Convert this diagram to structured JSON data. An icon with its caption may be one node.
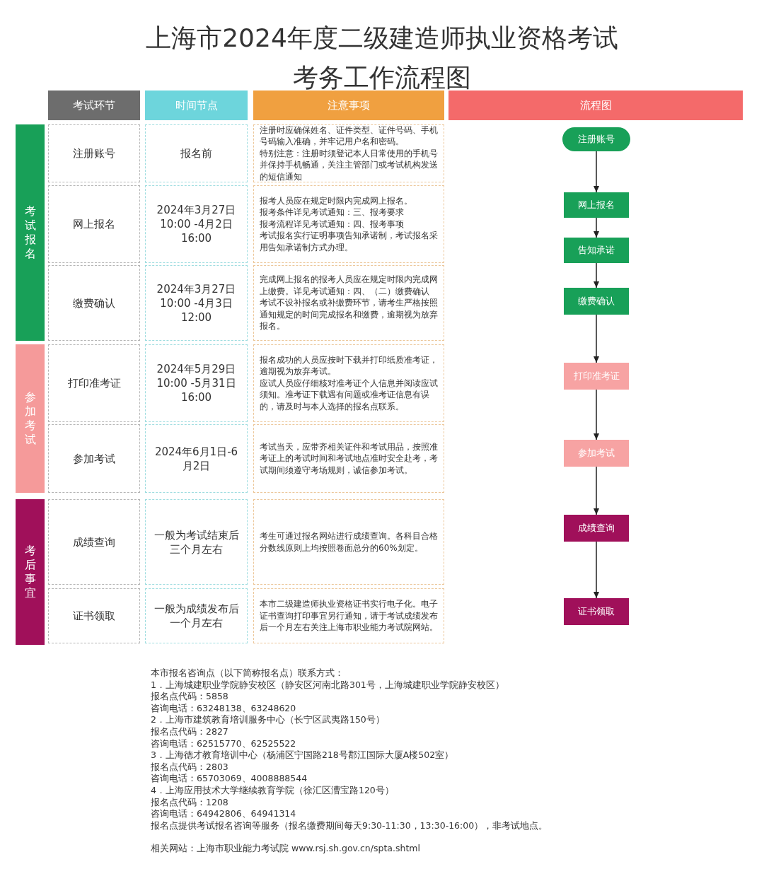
{
  "diagram": {
    "title": "上海市2024年度二级建造师执业资格考试考务工作流程图",
    "nodes": [
      {
        "text": [
          "注册账号"
        ]
      },
      {
        "text": [
          "网上报名"
        ]
      },
      {
        "text": [
          "告知承诺"
        ]
      },
      {
        "text": [
          "缴费确认"
        ]
      },
      {
        "text": [
          "打印准考证"
        ]
      },
      {
        "text": [
          "参加考试"
        ]
      },
      {
        "text": [
          "成绩查询"
        ]
      },
      {
        "text": [
          "证书领取"
        ]
      },
      {
        "text": [
          "考试报名"
        ]
      },
      {
        "text": [
          "参加考试"
        ]
      },
      {
        "text": [
          "考后事宜"
        ]
      }
    ],
    "edges": [
      {
        "from": 0,
        "to": 1,
        "arrow": "to"
      },
      {
        "from": 1,
        "to": 2,
        "arrow": "to"
      },
      {
        "from": 2,
        "to": 3,
        "arrow": "to"
      },
      {
        "from": 3,
        "to": 4,
        "arrow": "to"
      },
      {
        "from": 4,
        "to": 5,
        "arrow": "to"
      },
      {
        "from": 5,
        "to": 6,
        "arrow": "to"
      },
      {
        "from": 6,
        "to": 7,
        "arrow": "to"
      }
    ],
    "labels": [
      "考试环节",
      "时间节点",
      "注意事项",
      "流程图",
      "注册账号",
      "报名前",
      "注册时应确保姓名、证件类型、证件号码、手机号码输入准确，并牢记用户名和密码。",
      "特别注意：注册时须登记本人日常使用的手机号并保持手机畅通，关注主管部门或考试机构发送的短信通知",
      "网上报名",
      "2024年3月27日10:00 -4月2日16:00",
      "报考人员应在规定时限内完成网上报名。",
      "报考条件详见考试通知：三、报考要求",
      "报考流程详见考试通知：四、报考事项",
      "考试报名实行证明事项告知承诺制，考试报名采用告知承诺制方式办理。",
      "缴费确认",
      "2024年3月27日10:00 -4月3日12:00",
      "完成网上报名的报考人员应在规定时限内完成网上缴费。详见考试通知：四、（二）缴费确认",
      "考试不设补报名或补缴费环节，请考生严格按照通知规定的时间完成报名和缴费，逾期视为放弃报名。",
      "打印准考证",
      "2024年5月29日10:00 -5月31日16:00",
      "报名成功的人员应按时下载并打印纸质准考证，逾期视为放弃考试。",
      "应试人员应仔细核对准考证个人信息并阅读应试须知。准考证下载遇有问题或准考证信息有误的，请及时与本人选择的报名点联系。",
      "参加考试",
      "2024年6月1日-6月2日",
      "考试当天，应带齐相关证件和考试用品，按照准考证上的考试时间和考试地点准时安全赴考，考试期间须遵守考场规则，诚信参加考试。",
      "成绩查询",
      "一般为考试结束后三个月左右",
      "考生可通过报名网站进行成绩查询。各科目合格分数线原则上均按照卷面总分的60%划定。",
      "证书领取",
      "一般为成绩发布后一个月左右",
      "本市二级建造师执业资格证书实行电子化。电子证书查询打印事宜另行通知，请于考试成绩发布后一个月左右关注上海市职业能力考试院网站。",
      "本市报名咨询点（以下简称报名点）联系方式：",
      "1．上海城建职业学院静安校区（静安区河南北路301号，上海城建职业学院静安校区）",
      "报名点代码：5858",
      "咨询电话：63248138、63248620",
      "2．上海市建筑教育培训服务中心（长宁区武夷路150号）",
      "报名点代码：2827",
      "咨询电话：62515770、62525522",
      "3．上海德才教育培训中心（杨浦区宁国路218号郡江国际大厦A楼502室）",
      "报名点代码：2803",
      "咨询电话：65703069、4008888544",
      "4．上海应用技术大学继续教育学院（徐汇区漕宝路120号）",
      "报名点代码：1208",
      "咨询电话：64942806、64941314",
      "报名点提供考试报名咨询等服务（报名缴费期间每天9:30-11:30，13:30-16:00），非考试地点。",
      "相关网站：上海市职业能力考试院 www.rsj.sh.gov.cn/spta.shtml"
    ]
  }
}
